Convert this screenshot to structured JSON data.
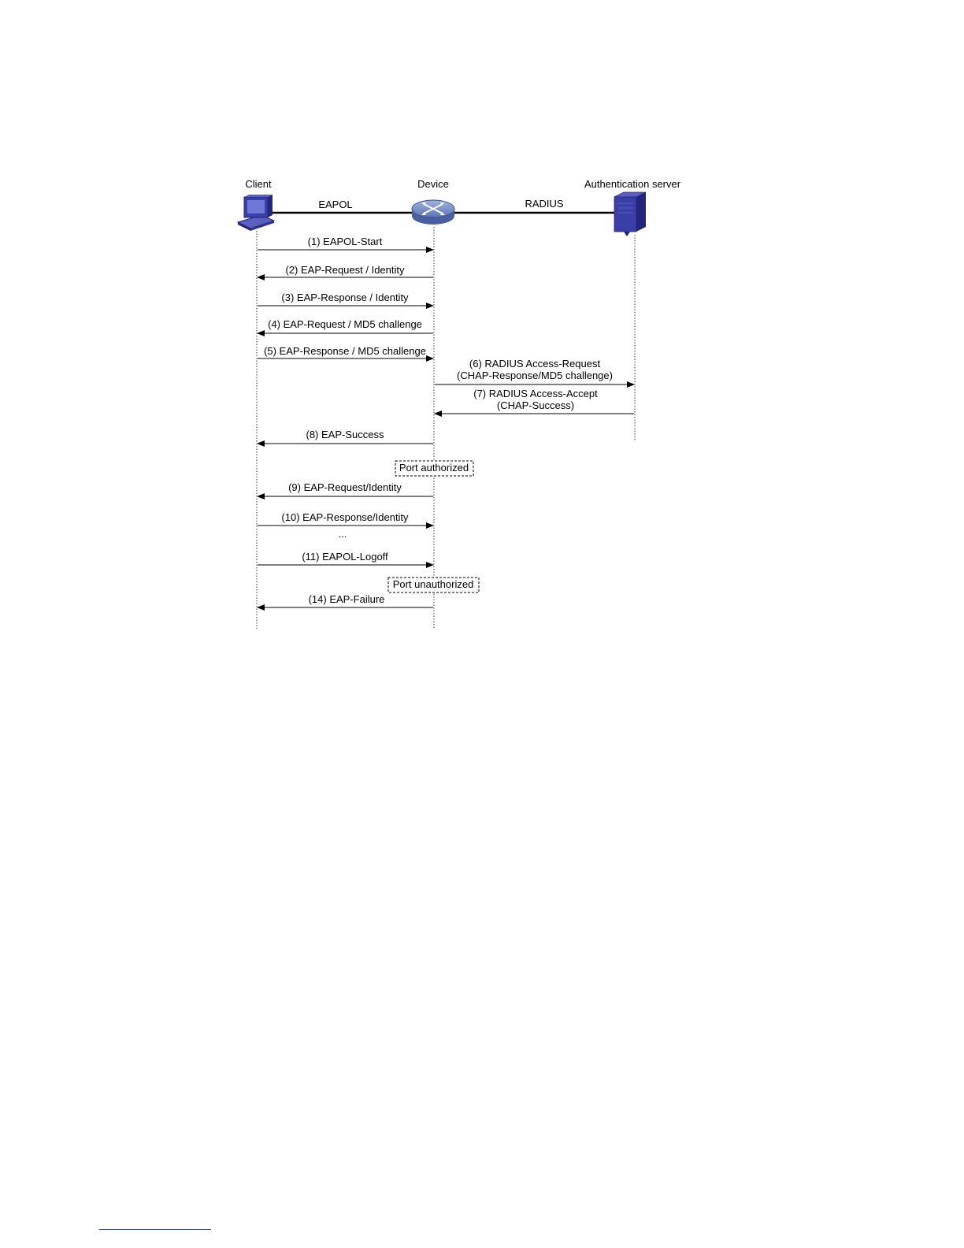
{
  "participants": {
    "client": "Client",
    "device": "Device",
    "server": "Authentication server"
  },
  "links": {
    "eapol": "EAPOL",
    "radius": "RADIUS"
  },
  "icons": {
    "client": "computer-icon",
    "device": "switch-icon",
    "server": "server-icon"
  },
  "colors": {
    "icon_blue": "#3a3fa8",
    "icon_dark": "#23267a",
    "switch_face": "#7f95c6"
  },
  "messages": [
    {
      "id": "m1",
      "text": "(1) EAPOL-Start",
      "from": "client",
      "to": "device"
    },
    {
      "id": "m2",
      "text": "(2) EAP-Request / Identity",
      "from": "device",
      "to": "client"
    },
    {
      "id": "m3",
      "text": "(3) EAP-Response / Identity",
      "from": "client",
      "to": "device"
    },
    {
      "id": "m4",
      "text": "(4) EAP-Request / MD5 challenge",
      "from": "device",
      "to": "client"
    },
    {
      "id": "m5",
      "text": "(5) EAP-Response / MD5 challenge",
      "from": "client",
      "to": "device"
    },
    {
      "id": "m6",
      "text": "(6) RADIUS Access-Request",
      "text2": "(CHAP-Response/MD5 challenge)",
      "from": "device",
      "to": "server"
    },
    {
      "id": "m7",
      "text": "(7) RADIUS Access-Accept",
      "text2": "(CHAP-Success)",
      "from": "server",
      "to": "device"
    },
    {
      "id": "m8",
      "text": "(8) EAP-Success",
      "from": "device",
      "to": "client"
    },
    {
      "id": "m9",
      "text": "(9) EAP-Request/Identity",
      "from": "device",
      "to": "client"
    },
    {
      "id": "m10",
      "text": "(10) EAP-Response/Identity",
      "from": "client",
      "to": "device"
    },
    {
      "id": "m11",
      "text": "(11) EAPOL-Logoff",
      "from": "client",
      "to": "device"
    },
    {
      "id": "m14",
      "text": "(14) EAP-Failure",
      "from": "device",
      "to": "client"
    }
  ],
  "states": {
    "authorized": "Port authorized",
    "unauthorized": "Port unauthorized"
  },
  "ellipsis": "..."
}
